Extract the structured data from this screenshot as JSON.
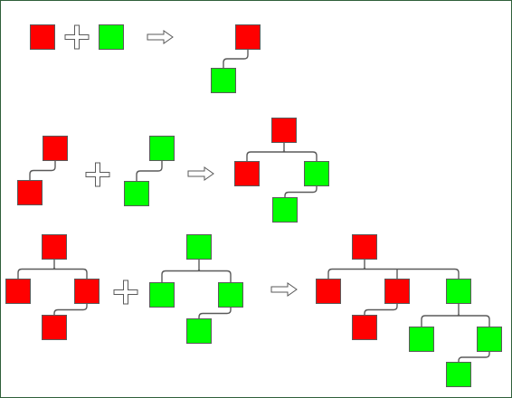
{
  "colors": {
    "red": "#ff0000",
    "green": "#00ff00",
    "line": "#5a5a5a",
    "frame": "#2f5f3a"
  },
  "rows": [
    {
      "name": "row-1",
      "left_tree": [
        "red"
      ],
      "right_tree": [
        "green"
      ],
      "result_tree": [
        "red",
        [
          "green"
        ]
      ]
    },
    {
      "name": "row-2",
      "left_tree": [
        "red",
        [
          "red"
        ]
      ],
      "right_tree": [
        "green",
        [
          "green"
        ]
      ],
      "result_tree": [
        "red",
        [
          "red",
          "green",
          [
            "green"
          ]
        ]
      ]
    },
    {
      "name": "row-3",
      "left_tree": [
        "red",
        [
          "red",
          "red",
          [
            "red"
          ]
        ]
      ],
      "right_tree": [
        "green",
        [
          "green",
          "green",
          [
            "green"
          ]
        ]
      ],
      "result_tree": [
        "red",
        [
          "red",
          "red",
          [
            "red"
          ],
          "green",
          [
            "green",
            "green",
            [
              "green"
            ]
          ]
        ]
      ]
    }
  ],
  "operators": [
    "plus-icon",
    "arrow-right-icon"
  ]
}
